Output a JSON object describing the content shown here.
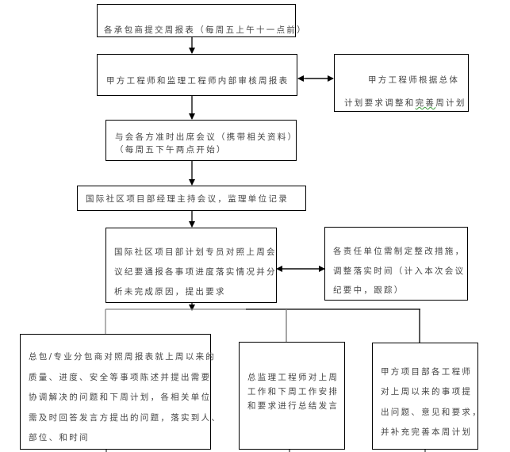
{
  "flowchart": {
    "nodes": {
      "submit_report": "各承包商提交周报表（每周五上午十一点前）",
      "internal_review": "甲方工程师和监理工程师内部审核周报表",
      "adjust_plan": {
        "line1": "甲方工程师根据总体",
        "line2_pre": "计划要求调整和",
        "line2_wavy": "完善",
        "line2_post": "周计划"
      },
      "attend_meeting": {
        "line1": "与会各方准时出席会议（携带相关资料）",
        "line2": "（每周五下午两点开始）"
      },
      "host_meeting": "国际社区项目部经理主持会议，监理单位记录",
      "plan_officer": {
        "line1": "国际社区项目部计划专员对照上周会",
        "line2": "议纪要通报各事项进度落实情况并分",
        "line3": "析未完成原因，提出要求"
      },
      "rectify_measures": {
        "line1": "各责任单位需制定整改措施，",
        "line2": "调整落实时间（计入本次会议",
        "line3": "纪要中，跟踪）"
      },
      "contractors_report": {
        "line1": "总包/专业分包商对照周报表就上周以来的",
        "line2": "质量、进度、安全等事项陈述并提出需要",
        "line3": "协调解决的问题和下周计划，各相关单位",
        "line4": "需及时回答发言方提出的问题，落实到人、",
        "line5": "部位、和时间"
      },
      "chief_supervisor": {
        "line1": "总监理工程师对上周",
        "line2": "工作和下周工作安排",
        "line3": "和要求进行总结发言"
      },
      "owner_engineers": {
        "line1": "甲方项目部各工程师",
        "line2": "对上周以来的事项提",
        "line3": "出问题、意见和要求，",
        "line4": "并补充完善本周计划"
      }
    }
  }
}
